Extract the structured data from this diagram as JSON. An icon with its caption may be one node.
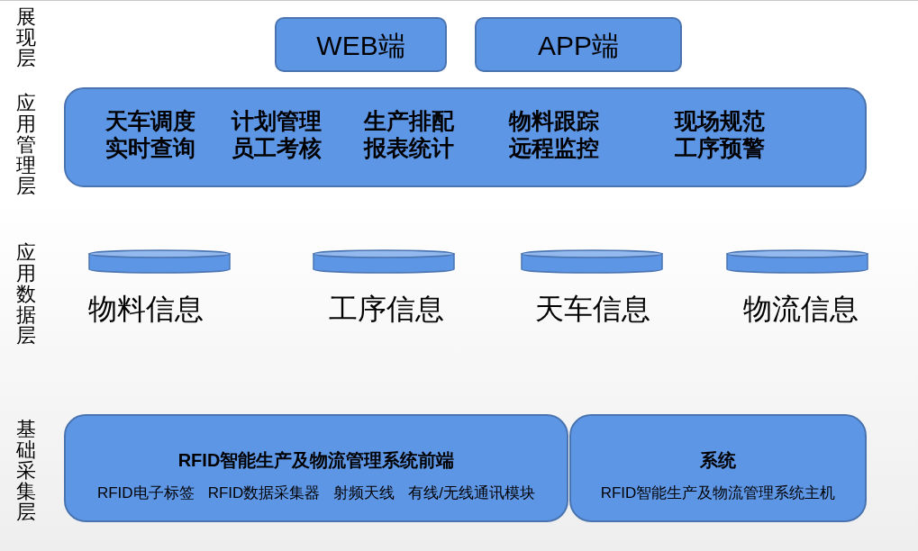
{
  "diagram": {
    "nodes": [
      {
        "text": [
          "WEB端"
        ]
      },
      {
        "text": [
          "APP端"
        ]
      },
      {
        "text": [
          "天车调度",
          "计划管理",
          "生产排配",
          "物料跟踪",
          "现场规范",
          "实时查询",
          "员工考核",
          "报表统计",
          "远程监控",
          "工序预警"
        ]
      },
      {
        "text": [],
        "shape": "cylinder",
        "beside": [
          "物料信息"
        ]
      },
      {
        "text": [],
        "shape": "cylinder",
        "beside": [
          "工序信息"
        ]
      },
      {
        "text": [],
        "shape": "cylinder",
        "beside": [
          "天车信息"
        ]
      },
      {
        "text": [],
        "shape": "cylinder",
        "beside": [
          "物流信息"
        ]
      },
      {
        "text": [
          "RFID智能生产及物流管理系统前端",
          "RFID电子标签",
          "RFID数据采集器",
          "射频天线",
          "有线/无线通讯模块"
        ]
      },
      {
        "text": [
          "系统",
          "RFID智能生产及物流管理系统主机"
        ]
      }
    ],
    "labels": [
      "展现层",
      "应用管理层",
      "应用数据层",
      "基础采集层"
    ]
  }
}
